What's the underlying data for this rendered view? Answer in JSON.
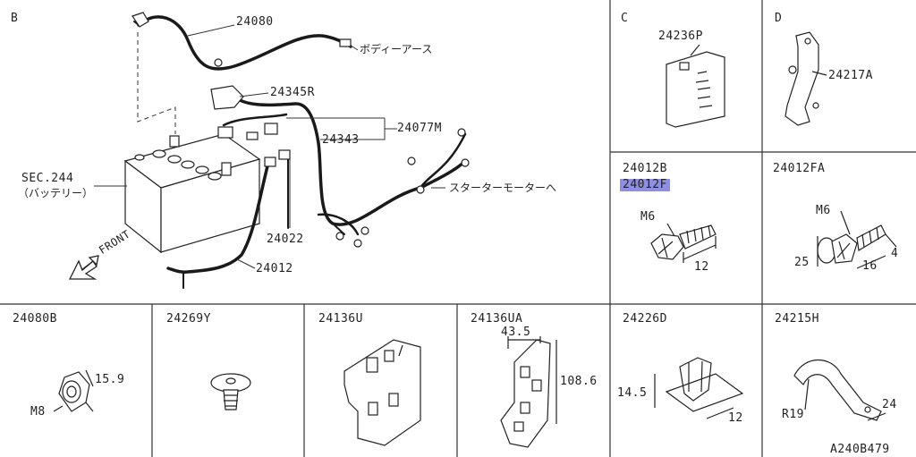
{
  "diagram_code": "A240B479",
  "panel_b": {
    "title": "B",
    "parts": {
      "p24080": "24080",
      "body_earth": "ボディーアース",
      "p24345R": "24345R",
      "p24077M": "24077M",
      "p24343": "24343",
      "sec244": "SEC.244",
      "battery": "（バッテリー）",
      "starter": "スターターモーターへ",
      "p24022": "24022",
      "p24012": "24012",
      "front": "FRONT"
    }
  },
  "panel_c": {
    "title": "C",
    "part": "24236P"
  },
  "panel_d": {
    "title": "D",
    "part": "24217A"
  },
  "panel_24012B": {
    "part_a": "24012B",
    "part_b": "24012F",
    "bolt": "M6",
    "length": "12"
  },
  "panel_24012FA": {
    "part": "24012FA",
    "bolt": "M6",
    "dim_a": "25",
    "dim_b": "16",
    "dim_c": "4"
  },
  "panel_24080B": {
    "part": "24080B",
    "thread": "M8",
    "height": "15.9"
  },
  "panel_24269Y": {
    "part": "24269Y"
  },
  "panel_24136U": {
    "part": "24136U"
  },
  "panel_24136UA": {
    "part": "24136UA",
    "width": "43.5",
    "height": "108.6"
  },
  "panel_24226D": {
    "part": "24226D",
    "height": "14.5",
    "width": "12"
  },
  "panel_24215H": {
    "part": "24215H",
    "radius": "R19",
    "width": "24"
  }
}
